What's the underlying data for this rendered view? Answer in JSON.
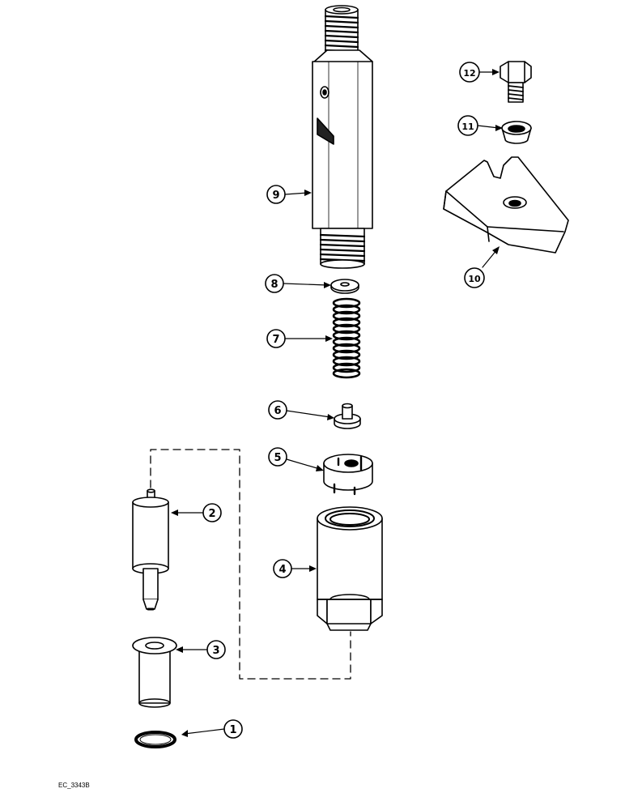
{
  "diagram": {
    "reference_code": "EC_3343B",
    "callouts": [
      "1",
      "2",
      "3",
      "4",
      "5",
      "6",
      "7",
      "8",
      "9",
      "10",
      "11",
      "12"
    ],
    "parts": [
      {
        "id": "part-1",
        "name": "o-ring",
        "callout": "1"
      },
      {
        "id": "part-2",
        "name": "nozzle",
        "callout": "2"
      },
      {
        "id": "part-3",
        "name": "sleeve",
        "callout": "3"
      },
      {
        "id": "part-4",
        "name": "nozzle-nut",
        "callout": "4"
      },
      {
        "id": "part-5",
        "name": "spacer-plate",
        "callout": "5"
      },
      {
        "id": "part-6",
        "name": "spring-seat",
        "callout": "6"
      },
      {
        "id": "part-7",
        "name": "spring",
        "callout": "7"
      },
      {
        "id": "part-8",
        "name": "shim-washer",
        "callout": "8"
      },
      {
        "id": "part-9",
        "name": "injector-body",
        "callout": "9"
      },
      {
        "id": "part-10",
        "name": "clamp",
        "callout": "10"
      },
      {
        "id": "part-11",
        "name": "spherical-washer",
        "callout": "11"
      },
      {
        "id": "part-12",
        "name": "bolt",
        "callout": "12"
      }
    ]
  }
}
